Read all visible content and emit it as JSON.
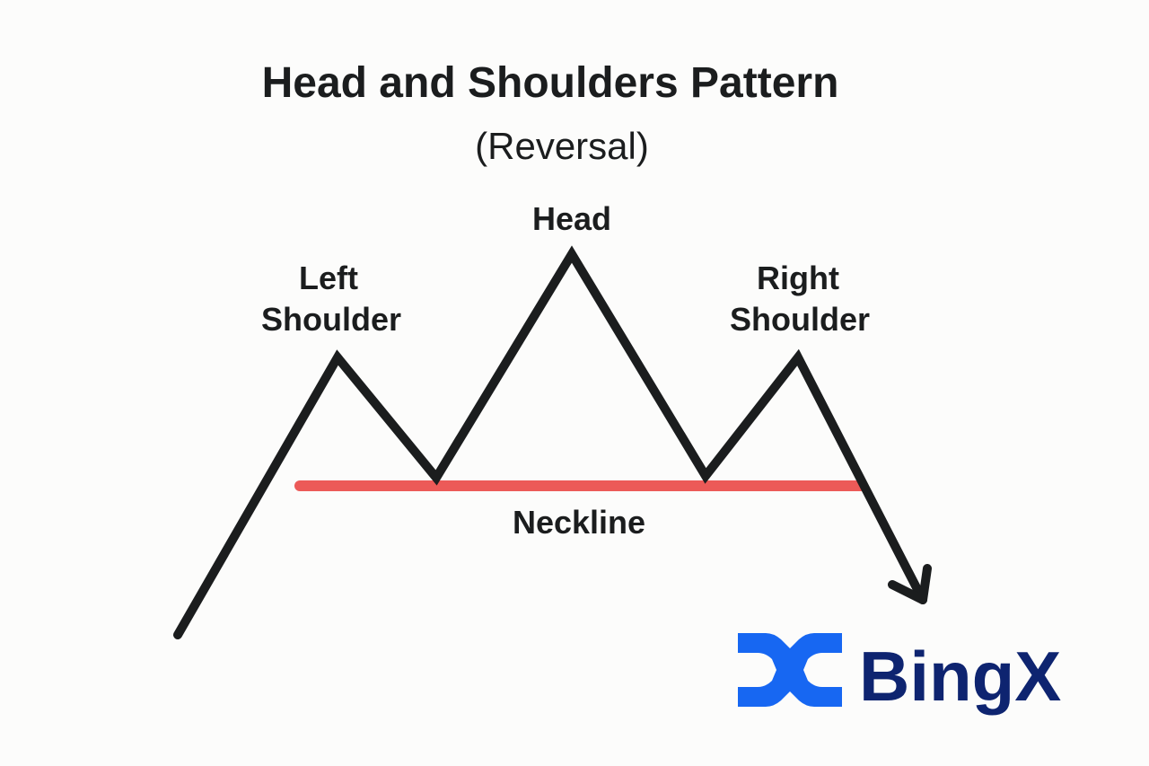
{
  "title": "Head and Shoulders Pattern",
  "subtitle": "(Reversal)",
  "labels": {
    "left_shoulder_line1": "Left",
    "left_shoulder_line2": "Shoulder",
    "head": "Head",
    "right_shoulder_line1": "Right",
    "right_shoulder_line2": "Shoulder",
    "neckline": "Neckline"
  },
  "logo": {
    "text": "BingX",
    "mark_color": "#1767f2",
    "text_color": "#0e2470"
  },
  "colors": {
    "line": "#1b1d1e",
    "neckline": "#ec5a58",
    "background": "#fcfcfb"
  }
}
